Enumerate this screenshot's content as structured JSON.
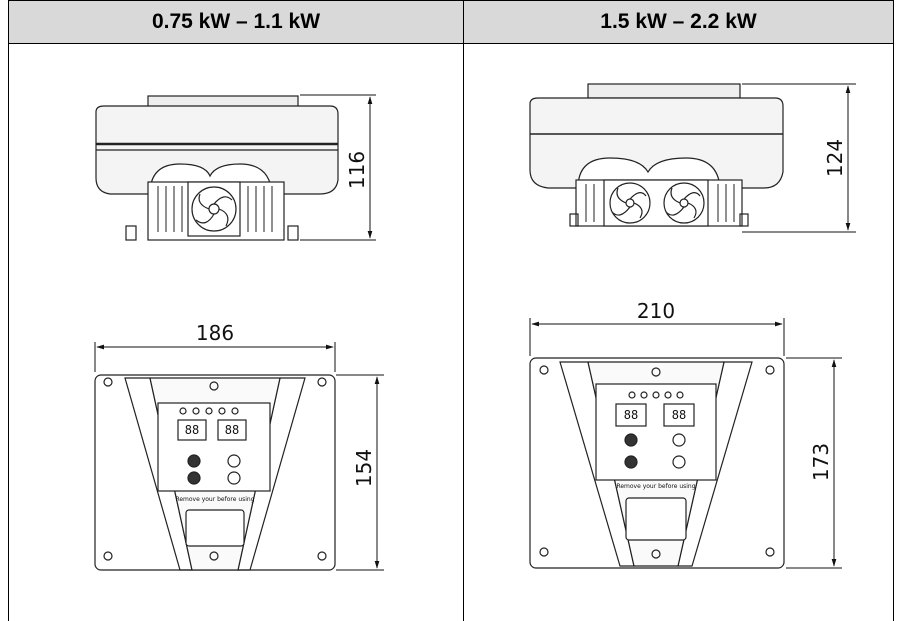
{
  "table": {
    "headers": [
      "0.75 kW – 1.1 kW",
      "1.5 kW – 2.2 kW"
    ]
  },
  "left": {
    "side_height": "116",
    "front_width": "186",
    "front_height": "154",
    "display_digits": [
      "88",
      "88"
    ],
    "warning_text": "Remove your before using"
  },
  "right": {
    "side_height": "124",
    "front_width": "210",
    "front_height": "173",
    "display_digits": [
      "88",
      "88"
    ],
    "warning_text": "Remove your before using"
  }
}
